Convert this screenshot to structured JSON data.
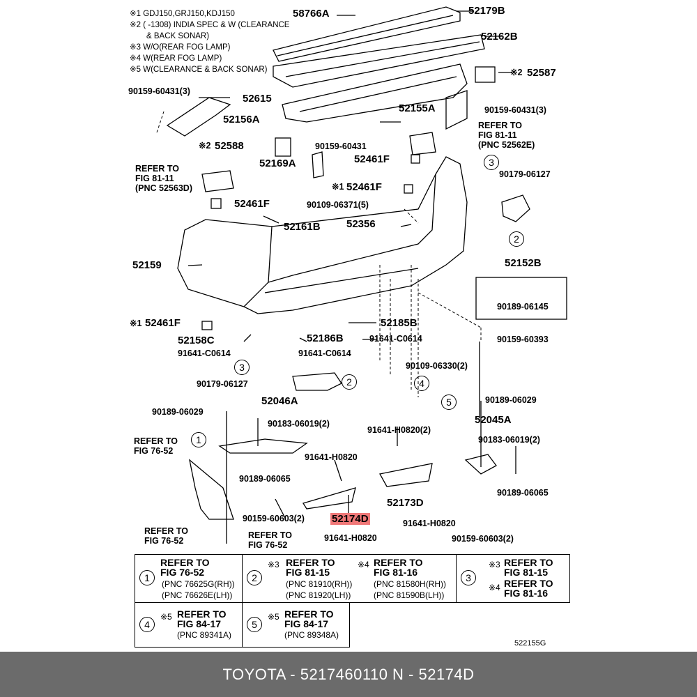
{
  "notes": [
    "※1 GDJ150,GRJ150,KDJ150",
    "※2 (     -1308) INDIA SPEC & W (CLEARANCE",
    "& BACK SONAR)",
    "※3 W/O(REAR FOG LAMP)",
    "※4 W(REAR FOG LAMP)",
    "※5 W(CLEARANCE & BACK SONAR)"
  ],
  "labels": {
    "p58766A": "58766A",
    "p52179B": "52179B",
    "p52162B": "52162B",
    "p52587": "52587",
    "p52587_mark": "※2",
    "p90159_60431_3a": "90159-60431(3)",
    "p52615": "52615",
    "p52155A": "52155A",
    "p90159_60431_3b": "90159-60431(3)",
    "p52156A": "52156A",
    "ref8111_a_1": "REFER TO",
    "ref8111_a_2": "FIG 81-11",
    "ref8111_a_3": "(PNC 52562E)",
    "p52588_mark": "※2",
    "p52588": "52588",
    "p90159_60431": "90159-60431",
    "p52169A": "52169A",
    "p52461F_a": "52461F",
    "ref8111_b_1": "REFER TO",
    "ref8111_b_2": "FIG 81-11",
    "ref8111_b_3": "(PNC 52563D)",
    "p52461F_b_mark": "※1",
    "p52461F_b": "52461F",
    "p90109_06371_5": "90109-06371(5)",
    "p52461F_c": "52461F",
    "p90179_06127_a": "90179-06127",
    "p52161B": "52161B",
    "p52356": "52356",
    "p52159": "52159",
    "p52152B": "52152B",
    "p90189_06145": "90189-06145",
    "p52461F_d_mark": "※1",
    "p52461F_d": "52461F",
    "p52185B": "52185B",
    "p90159_60393": "90159-60393",
    "p52158C": "52158C",
    "p52186B": "52186B",
    "p91641_C0614_a": "91641-C0614",
    "p91641_C0614_b": "91641-C0614",
    "p91641_C0614_c": "91641-C0614",
    "p90109_06330_2": "90109-06330(2)",
    "p90179_06127_b": "90179-06127",
    "p90189_06029_a": "90189-06029",
    "p52046A": "52046A",
    "p90189_06029_b": "90189-06029",
    "p90183_06019_2a": "90183-06019(2)",
    "p91641_H0820_2": "91641-H0820(2)",
    "p52045A": "52045A",
    "p90183_06019_2b": "90183-06019(2)",
    "ref7652_a_1": "REFER TO",
    "ref7652_a_2": "FIG 76-52",
    "p91641_H0820_a": "91641-H0820",
    "p90189_06065_a": "90189-06065",
    "p52173D": "52173D",
    "p90189_06065_b": "90189-06065",
    "ref7652_b_1": "REFER TO",
    "ref7652_b_2": "FIG 76-52",
    "p90159_60603_2a": "90159-60603(2)",
    "p52174D": "52174D",
    "p91641_H0820_b": "91641-H0820",
    "ref7652_c_1": "REFER TO",
    "ref7652_c_2": "FIG 76-52",
    "p91641_H0820_c": "91641-H0820",
    "p90159_60603_2b": "90159-60603(2)",
    "c1": "1",
    "c2": "2",
    "c3": "3",
    "c4": "4",
    "c5": "5",
    "c2b": "2",
    "c3b": "3"
  },
  "ref_table": {
    "c1": {
      "num": "1",
      "l1": "REFER TO",
      "l2": "FIG 76-52",
      "l3": "(PNC 76625G(RH))",
      "l4": "(PNC 76626E(LH))"
    },
    "c2": {
      "num": "2",
      "mark3": "※3",
      "l1": "REFER TO",
      "l2": "FIG 81-15",
      "l3": "(PNC 81910(RH))",
      "l4": "(PNC 81920(LH))",
      "mark4": "※4",
      "r1": "REFER TO",
      "r2": "FIG 81-16",
      "r3": "(PNC 81580H(RH))",
      "r4": "(PNC 81590B(LH))"
    },
    "c3": {
      "num": "3",
      "mark3": "※3",
      "l1": "REFER TO",
      "l2": "FIG 81-15",
      "mark4": "※4",
      "l3": "REFER TO",
      "l4": "FIG 81-16"
    },
    "c4": {
      "num": "4",
      "mark": "※5",
      "l1": "REFER TO",
      "l2": "FIG 84-17",
      "l3": "(PNC 89341A)"
    },
    "c5": {
      "num": "5",
      "mark": "※5",
      "l1": "REFER TO",
      "l2": "FIG 84-17",
      "l3": "(PNC 89348A)"
    }
  },
  "diagram_code": "522155G",
  "footer": "TOYOTA - 5217460110     N - 52174D"
}
